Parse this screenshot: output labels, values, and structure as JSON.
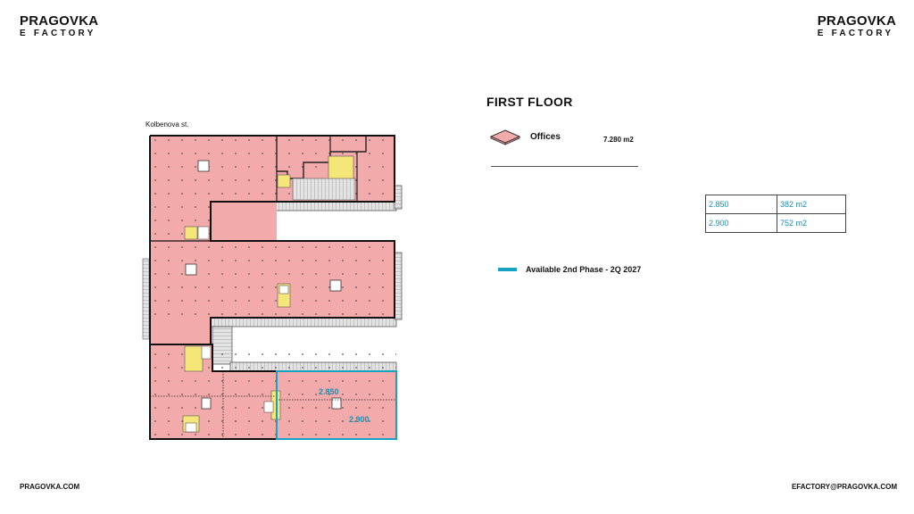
{
  "brand": {
    "name": "PRAGOVKA",
    "sub": "E FACTORY"
  },
  "footer": {
    "website": "PRAGOVKA.COM",
    "email": "EFACTORY@PRAGOVKA.COM"
  },
  "floor": {
    "title": "FIRST FLOOR"
  },
  "legend": {
    "label": "Offices",
    "area": "7.280 m2",
    "color": "#f3aaaa"
  },
  "units": [
    {
      "id": "2.850",
      "area": "382 m2"
    },
    {
      "id": "2.900",
      "area": "752 m2"
    }
  ],
  "phase": {
    "label": "Available 2nd Phase - 2Q 2027",
    "color": "#17a2c4"
  },
  "plan": {
    "street": "Kolbenova st.",
    "unit_labels": [
      "2.850",
      "2.900"
    ]
  },
  "colors": {
    "office": "#f3aaaa",
    "core": "#f5e67a",
    "walkway": "#d8d8d8"
  }
}
